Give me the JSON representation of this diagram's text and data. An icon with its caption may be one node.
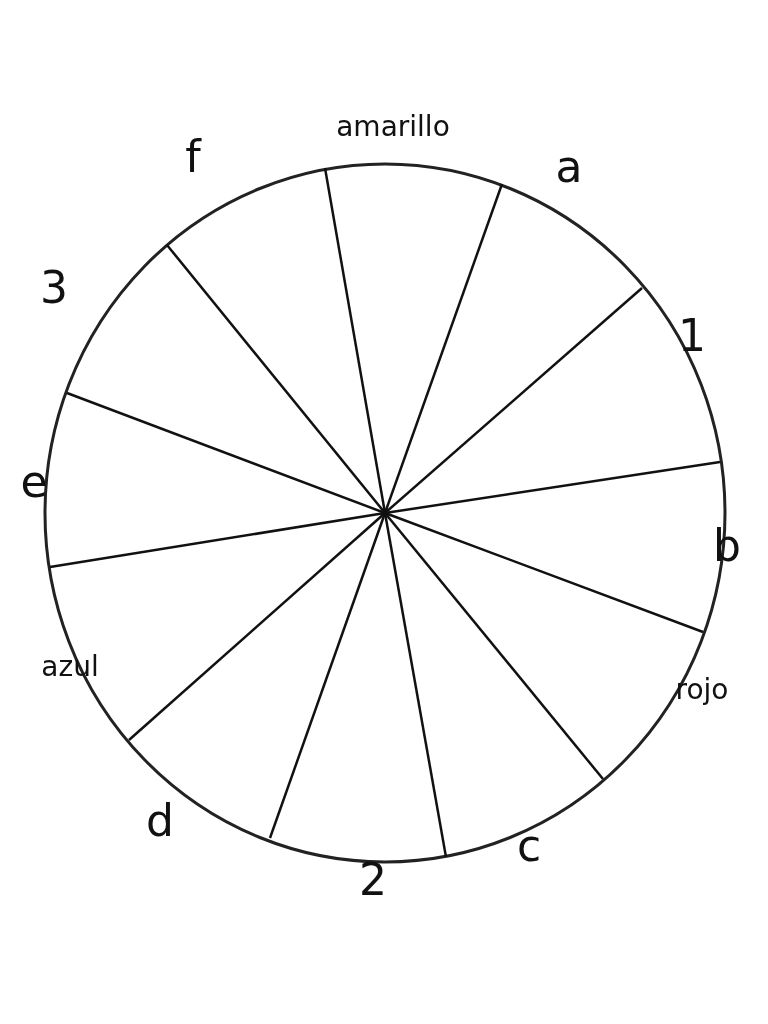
{
  "diagram": {
    "labels": [
      "f",
      "amarillo",
      "a",
      "3",
      "1",
      "e",
      "b",
      "azul",
      "rojo",
      "d",
      "c",
      "2"
    ]
  }
}
